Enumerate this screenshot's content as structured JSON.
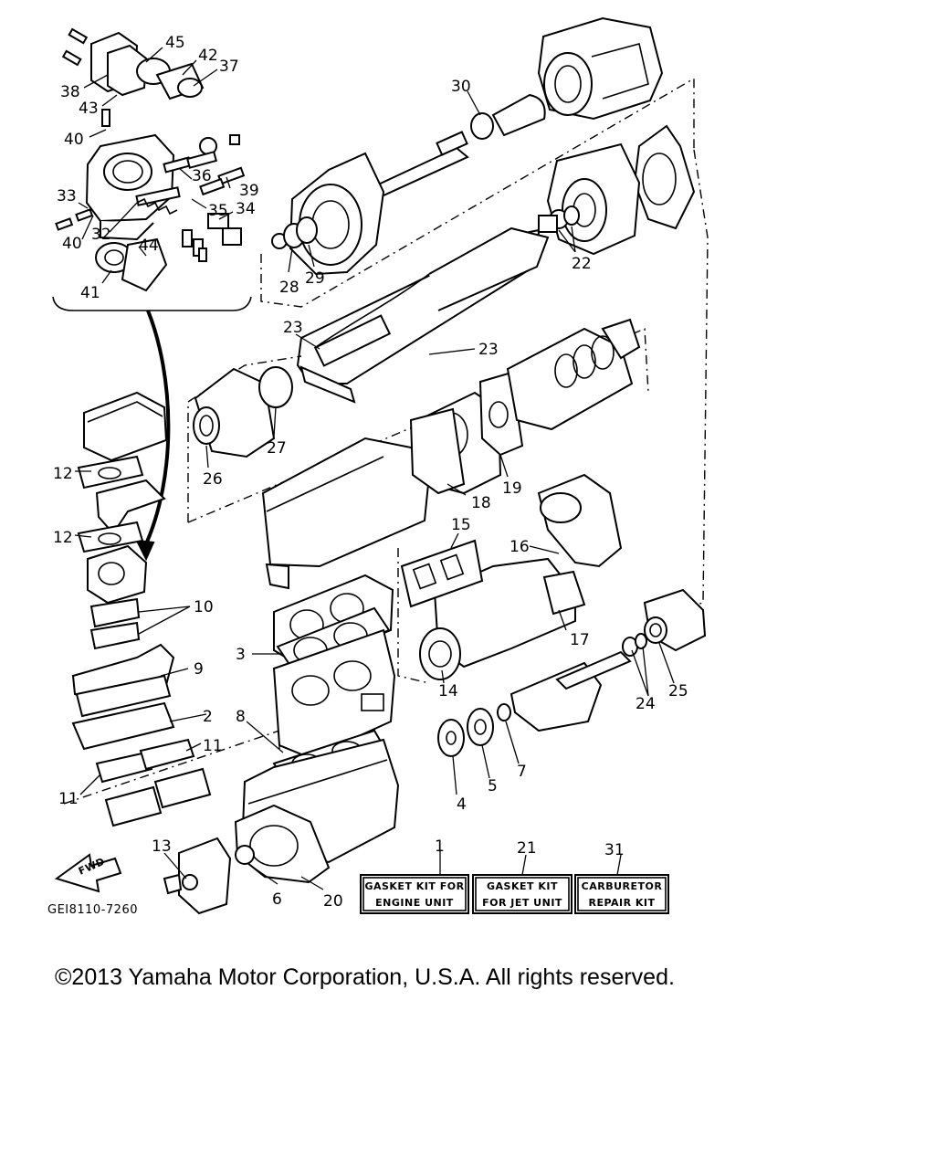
{
  "diagram": {
    "code": "GEI8110-7260",
    "fwd_label": "FWD",
    "callouts": [
      "45",
      "42",
      "37",
      "38",
      "43",
      "40",
      "36",
      "39",
      "33",
      "35",
      "34",
      "40",
      "32",
      "44",
      "41",
      "30",
      "28",
      "29",
      "22",
      "23",
      "23",
      "27",
      "26",
      "12",
      "12",
      "19",
      "18",
      "15",
      "16",
      "10",
      "17",
      "3",
      "9",
      "8",
      "2",
      "11",
      "11",
      "14",
      "24",
      "25",
      "7",
      "5",
      "4",
      "1",
      "21",
      "31",
      "13",
      "6",
      "20"
    ],
    "kits": [
      {
        "line1": "GASKET KIT FOR",
        "line2": "ENGINE UNIT"
      },
      {
        "line1": "GASKET KIT",
        "line2": "FOR JET UNIT"
      },
      {
        "line1": "CARBURETOR",
        "line2": "REPAIR KIT"
      }
    ]
  },
  "footer": {
    "copyright": "©2013 Yamaha Motor Corporation, U.S.A. All rights reserved."
  }
}
